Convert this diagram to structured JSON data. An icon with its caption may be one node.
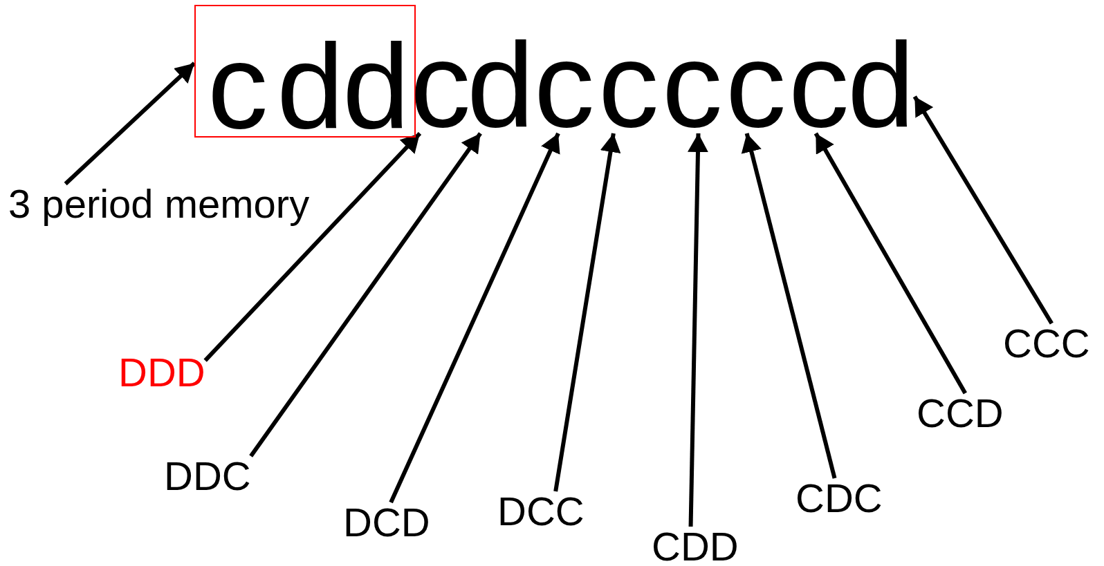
{
  "diagram": {
    "nodes": [
      {
        "text": [],
        "shape": "box"
      },
      {
        "text": [
          "c"
        ],
        "in": 0
      },
      {
        "text": [
          "d"
        ],
        "in": 0
      },
      {
        "text": [
          "d"
        ],
        "in": 0
      },
      {
        "text": [
          "c"
        ]
      },
      {
        "text": [
          "d"
        ]
      },
      {
        "text": [
          "c"
        ]
      },
      {
        "text": [
          "c"
        ]
      },
      {
        "text": [
          "c"
        ]
      },
      {
        "text": [
          "c"
        ]
      },
      {
        "text": [
          "c"
        ]
      },
      {
        "text": [
          "d"
        ]
      },
      {
        "text": [
          "3 period memory"
        ]
      },
      {
        "text": [
          "DDD"
        ]
      },
      {
        "text": [
          "DDC"
        ]
      },
      {
        "text": [
          "DCD"
        ]
      },
      {
        "text": [
          "DCC"
        ]
      },
      {
        "text": [
          "CDD"
        ]
      },
      {
        "text": [
          "CDC"
        ]
      },
      {
        "text": [
          "CCD"
        ]
      },
      {
        "text": [
          "CCC"
        ]
      }
    ],
    "edges": [
      {
        "from": 12,
        "to": 0,
        "arrow": "to"
      },
      {
        "from": 13,
        "to": 4,
        "arrow": "to"
      },
      {
        "from": 14,
        "to": 5,
        "arrow": "to"
      },
      {
        "from": 15,
        "to": 6,
        "arrow": "to"
      },
      {
        "from": 16,
        "to": 7,
        "arrow": "to"
      },
      {
        "from": 17,
        "to": 8,
        "arrow": "to"
      },
      {
        "from": 18,
        "to": 9,
        "arrow": "to"
      },
      {
        "from": 19,
        "to": 10,
        "arrow": "to"
      },
      {
        "from": 20,
        "to": 11,
        "arrow": "to"
      }
    ]
  }
}
